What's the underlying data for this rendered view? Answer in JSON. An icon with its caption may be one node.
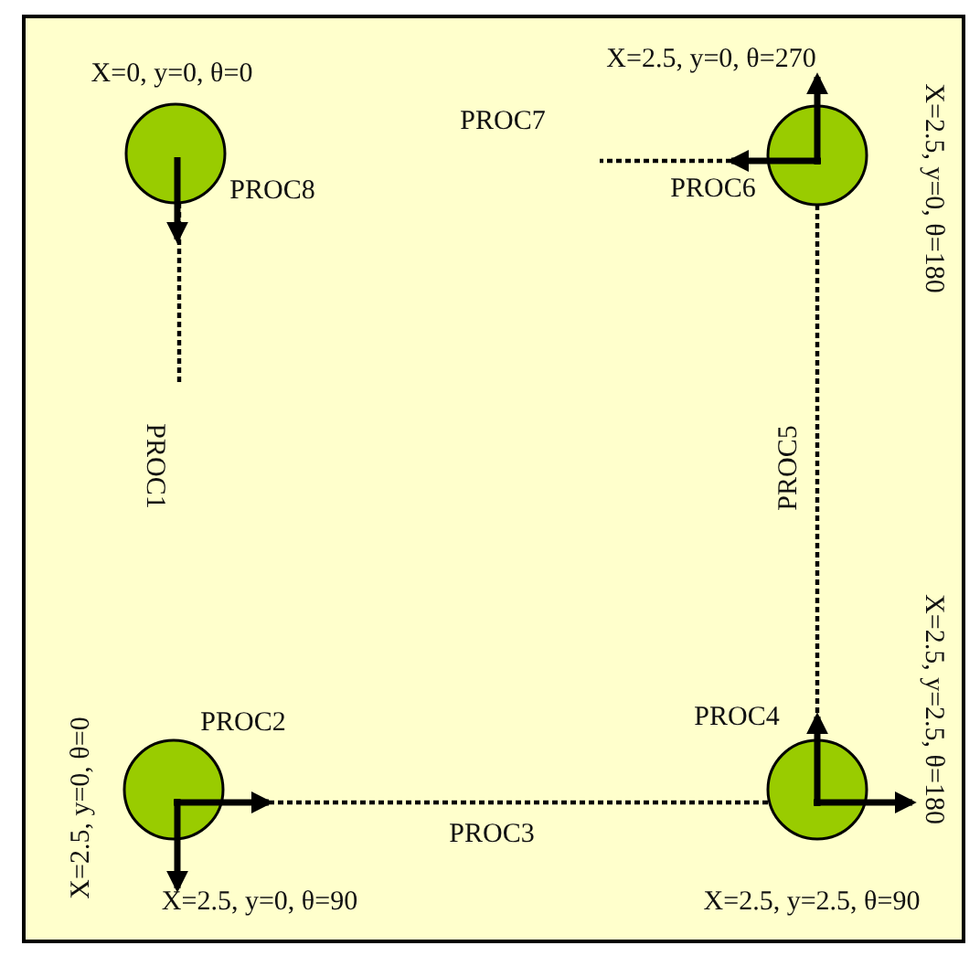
{
  "diagram": {
    "nodes": [
      {
        "text": [],
        "shape": "circle"
      },
      {
        "text": [],
        "shape": "circle"
      },
      {
        "text": [],
        "shape": "circle"
      },
      {
        "text": [],
        "shape": "circle"
      }
    ],
    "edges": [
      {
        "from": 0,
        "to": null,
        "arrow": "none",
        "label": "PROC1",
        "style": "dashed"
      },
      {
        "from": 2,
        "to": 3,
        "arrow": "none",
        "label": "PROC3",
        "style": "dashed"
      },
      {
        "from": 3,
        "to": 1,
        "arrow": "none",
        "label": "PROC5",
        "style": "dashed"
      },
      {
        "from": 1,
        "to": null,
        "arrow": "none",
        "label": "PROC7",
        "style": "dashed"
      }
    ],
    "labels": [
      "X=0, y=0, θ=0",
      "X=2.5, y=0, θ=270",
      "X=2.5, y=0, θ=180",
      "PROC8",
      "PROC6",
      "PROC2",
      "PROC4",
      "X=2.5, y=2.5, θ=180",
      "X=2.5, y=0, θ=0",
      "X=2.5, y=0, θ=90",
      "X=2.5, y=2.5, θ=90"
    ]
  }
}
